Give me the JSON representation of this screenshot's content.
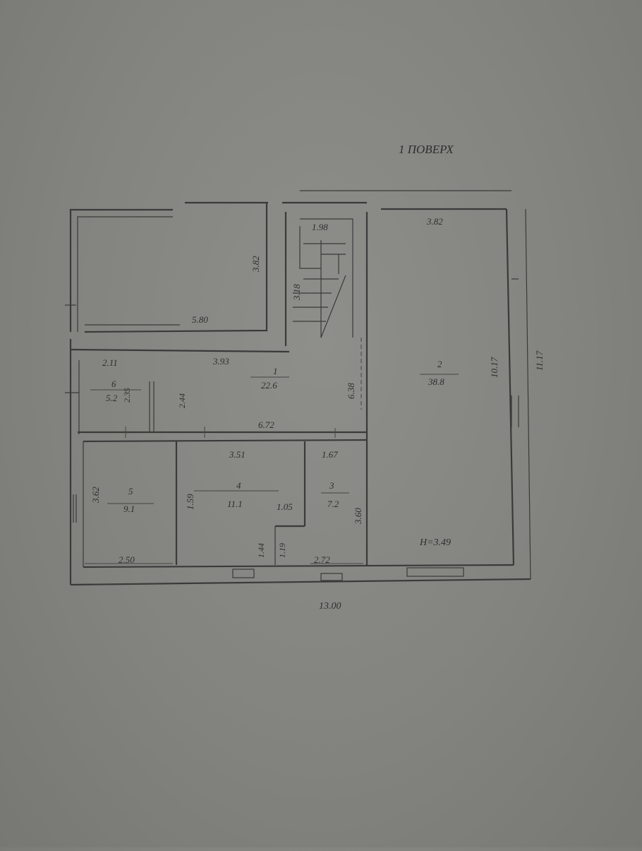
{
  "plan": {
    "title": "1 ПОВЕРХ",
    "height_label": "H=3.49",
    "rooms": [
      {
        "number": "1",
        "area": "22.6"
      },
      {
        "number": "2",
        "area": "38.8"
      },
      {
        "number": "3",
        "area": "7.2"
      },
      {
        "number": "4",
        "area": "11.1"
      },
      {
        "number": "5",
        "area": "9.1"
      },
      {
        "number": "6",
        "area": "5.2"
      }
    ],
    "dimensions": {
      "overall_width": "13.00",
      "overall_depth": "11.17",
      "room2_depth": "10.17",
      "room2_width": "3.82",
      "stair_width": "1.98",
      "stair_length": "3.18",
      "top_room_width": "5.80",
      "top_room_depth": "3.82",
      "hall_left": "2.11",
      "hall_right": "3.93",
      "hall_width": "6.72",
      "hall_depth": "6.38",
      "room6_depth": "2.35",
      "room6_side": "2.44",
      "room4_width": "3.51",
      "room3_width": "1.67",
      "room5_depth": "3.62",
      "room4_depth": "1.59",
      "niche_width": "1.05",
      "niche_depth_a": "1.44",
      "niche_depth_b": "1.19",
      "room3_depth": "3.60",
      "room5_width": "2.50",
      "room3_bottom": "2.72"
    }
  }
}
